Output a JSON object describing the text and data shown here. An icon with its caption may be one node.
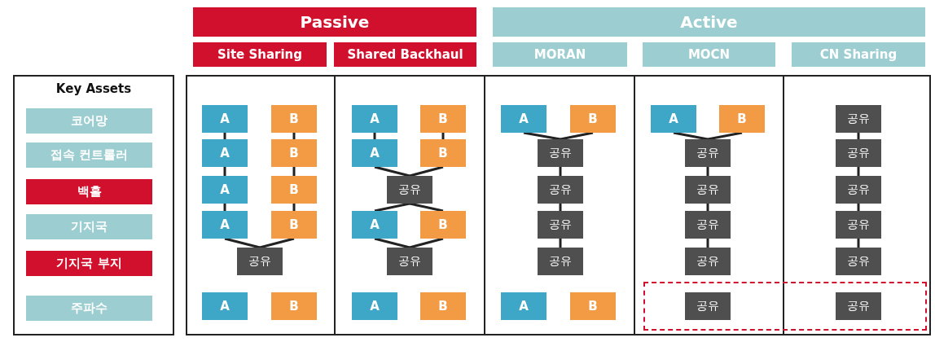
{
  "diagram": {
    "nodes": [
      {
        "text": [
          "Passive"
        ]
      },
      {
        "text": [
          "Active"
        ]
      },
      {
        "text": [
          "Site Sharing"
        ]
      },
      {
        "text": [
          "Shared Backhaul"
        ]
      },
      {
        "text": [
          "MORAN"
        ]
      },
      {
        "text": [
          "MOCN"
        ]
      },
      {
        "text": [
          "CN Sharing"
        ]
      },
      {
        "text": [
          "Key Assets"
        ]
      },
      {
        "text": [
          "코어망"
        ],
        "in": 7
      },
      {
        "text": [
          "접속 컨트롤러"
        ],
        "in": 7
      },
      {
        "text": [
          "백홀"
        ],
        "in": 7
      },
      {
        "text": [
          "기지국"
        ],
        "in": 7
      },
      {
        "text": [
          "기지국 부지"
        ],
        "in": 7
      },
      {
        "text": [
          "주파수"
        ],
        "in": 7
      },
      {
        "text": [
          "A"
        ]
      },
      {
        "text": [
          "B"
        ]
      },
      {
        "text": [
          "A"
        ]
      },
      {
        "text": [
          "B"
        ]
      },
      {
        "text": [
          "A"
        ]
      },
      {
        "text": [
          "B"
        ]
      },
      {
        "text": [
          "A"
        ]
      },
      {
        "text": [
          "B"
        ]
      },
      {
        "text": [
          "공유"
        ]
      },
      {
        "text": [
          "A"
        ]
      },
      {
        "text": [
          "B"
        ]
      },
      {
        "text": [
          "A"
        ]
      },
      {
        "text": [
          "B"
        ]
      },
      {
        "text": [
          "A"
        ]
      },
      {
        "text": [
          "B"
        ]
      },
      {
        "text": [
          "공유"
        ]
      },
      {
        "text": [
          "A"
        ]
      },
      {
        "text": [
          "B"
        ]
      },
      {
        "text": [
          "공유"
        ]
      },
      {
        "text": [
          "A"
        ]
      },
      {
        "text": [
          "B"
        ]
      },
      {
        "text": [
          "A"
        ]
      },
      {
        "text": [
          "B"
        ]
      },
      {
        "text": [
          "공유"
        ]
      },
      {
        "text": [
          "공유"
        ]
      },
      {
        "text": [
          "공유"
        ]
      },
      {
        "text": [
          "공유"
        ]
      },
      {
        "text": [
          "A"
        ]
      },
      {
        "text": [
          "B"
        ]
      },
      {
        "text": [
          "A"
        ]
      },
      {
        "text": [
          "B"
        ]
      },
      {
        "text": [
          "공유"
        ]
      },
      {
        "text": [
          "공유"
        ]
      },
      {
        "text": [
          "공유"
        ]
      },
      {
        "text": [
          "공유"
        ]
      },
      {
        "text": [
          "공유"
        ]
      },
      {
        "text": [
          "공유"
        ]
      },
      {
        "text": [
          "공유"
        ]
      },
      {
        "text": [
          "공유"
        ]
      },
      {
        "text": [
          "공유"
        ]
      },
      {
        "text": [
          "공유"
        ]
      },
      {
        "text": [
          "공유"
        ]
      }
    ],
    "edges": [
      {
        "from": 14,
        "to": 16,
        "arrow": "none"
      },
      {
        "from": 16,
        "to": 18,
        "arrow": "none"
      },
      {
        "from": 18,
        "to": 20,
        "arrow": "none"
      },
      {
        "from": 15,
        "to": 17,
        "arrow": "none"
      },
      {
        "from": 17,
        "to": 19,
        "arrow": "none"
      },
      {
        "from": 19,
        "to": 21,
        "arrow": "none"
      },
      {
        "from": 20,
        "to": 22,
        "arrow": "none"
      },
      {
        "from": 21,
        "to": 22,
        "arrow": "none"
      },
      {
        "from": 25,
        "to": 27,
        "arrow": "none"
      },
      {
        "from": 26,
        "to": 28,
        "arrow": "none"
      },
      {
        "from": 27,
        "to": 29,
        "arrow": "none"
      },
      {
        "from": 28,
        "to": 29,
        "arrow": "none"
      },
      {
        "from": 29,
        "to": 30,
        "arrow": "none"
      },
      {
        "from": 29,
        "to": 31,
        "arrow": "none"
      },
      {
        "from": 30,
        "to": 32,
        "arrow": "none"
      },
      {
        "from": 31,
        "to": 32,
        "arrow": "none"
      },
      {
        "from": 35,
        "to": 37,
        "arrow": "none"
      },
      {
        "from": 36,
        "to": 37,
        "arrow": "none"
      },
      {
        "from": 37,
        "to": 38,
        "arrow": "none"
      },
      {
        "from": 38,
        "to": 39,
        "arrow": "none"
      },
      {
        "from": 39,
        "to": 40,
        "arrow": "none"
      },
      {
        "from": 43,
        "to": 45,
        "arrow": "none"
      },
      {
        "from": 44,
        "to": 45,
        "arrow": "none"
      },
      {
        "from": 45,
        "to": 46,
        "arrow": "none"
      },
      {
        "from": 46,
        "to": 47,
        "arrow": "none"
      },
      {
        "from": 47,
        "to": 48,
        "arrow": "none"
      },
      {
        "from": 50,
        "to": 51,
        "arrow": "none"
      },
      {
        "from": 51,
        "to": 52,
        "arrow": "none"
      },
      {
        "from": 52,
        "to": 53,
        "arrow": "none"
      },
      {
        "from": 53,
        "to": 54,
        "arrow": "none"
      }
    ]
  }
}
